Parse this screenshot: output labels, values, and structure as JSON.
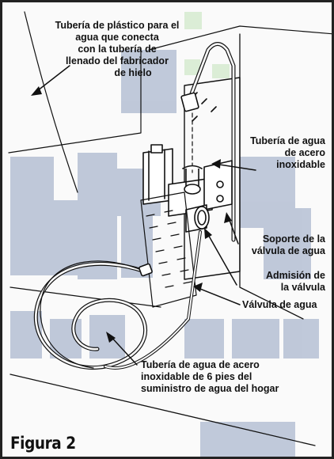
{
  "figure": {
    "title": "Figura 2",
    "labels": {
      "plastic_tube": [
        "Tubería de plástico para el",
        "agua que conecta",
        "con la tubería de",
        "llenado del fabricador",
        "de hielo"
      ],
      "steel_tube_top": [
        "Tubería de agua",
        "de acero",
        "inoxidable"
      ],
      "valve_bracket": [
        "Soporte de la",
        "válvula de agua"
      ],
      "valve_inlet": [
        "Admisión de",
        "la válvula"
      ],
      "water_valve": [
        "Válvula de agua"
      ],
      "supply_tube": [
        "Tubería de agua de acero",
        "inoxidable de 6 pies del",
        "suministro de agua del hogar"
      ]
    }
  },
  "colors": {
    "line": "#111111",
    "watermark_blue": "#8fa0bf",
    "watermark_green": "#cfe8c8",
    "frame": "#222222"
  }
}
